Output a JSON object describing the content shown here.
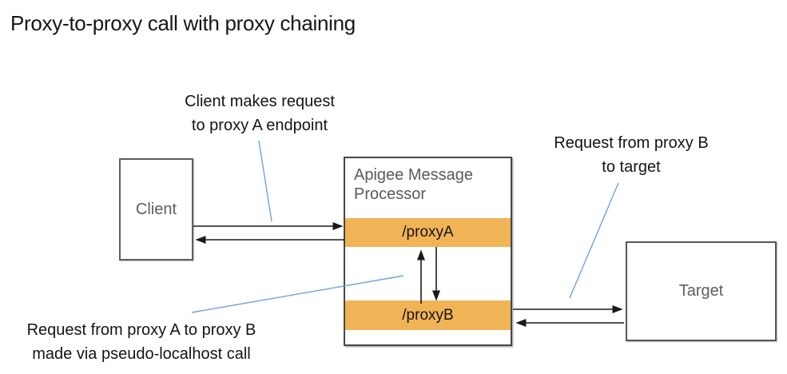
{
  "title": "Proxy-to-proxy call with proxy chaining",
  "boxes": {
    "client_label": "Client",
    "processor_label": "Apigee Message\nProcessor",
    "proxy_a_label": "/proxyA",
    "proxy_b_label": "/proxyB",
    "target_label": "Target"
  },
  "annotations": {
    "client_request": "Client makes request\nto proxy A endpoint",
    "proxy_b_to_target": "Request from proxy B\nto target",
    "proxy_a_to_b": "Request from proxy A to proxy B\nmade via pseudo-localhost call"
  },
  "colors": {
    "proxy_bar_fill": "#F0B457",
    "leader_line": "#6FA3DB",
    "arrow": "#1A1A1A",
    "box_label_text": "#5E5E5E",
    "title_text": "#161616"
  }
}
